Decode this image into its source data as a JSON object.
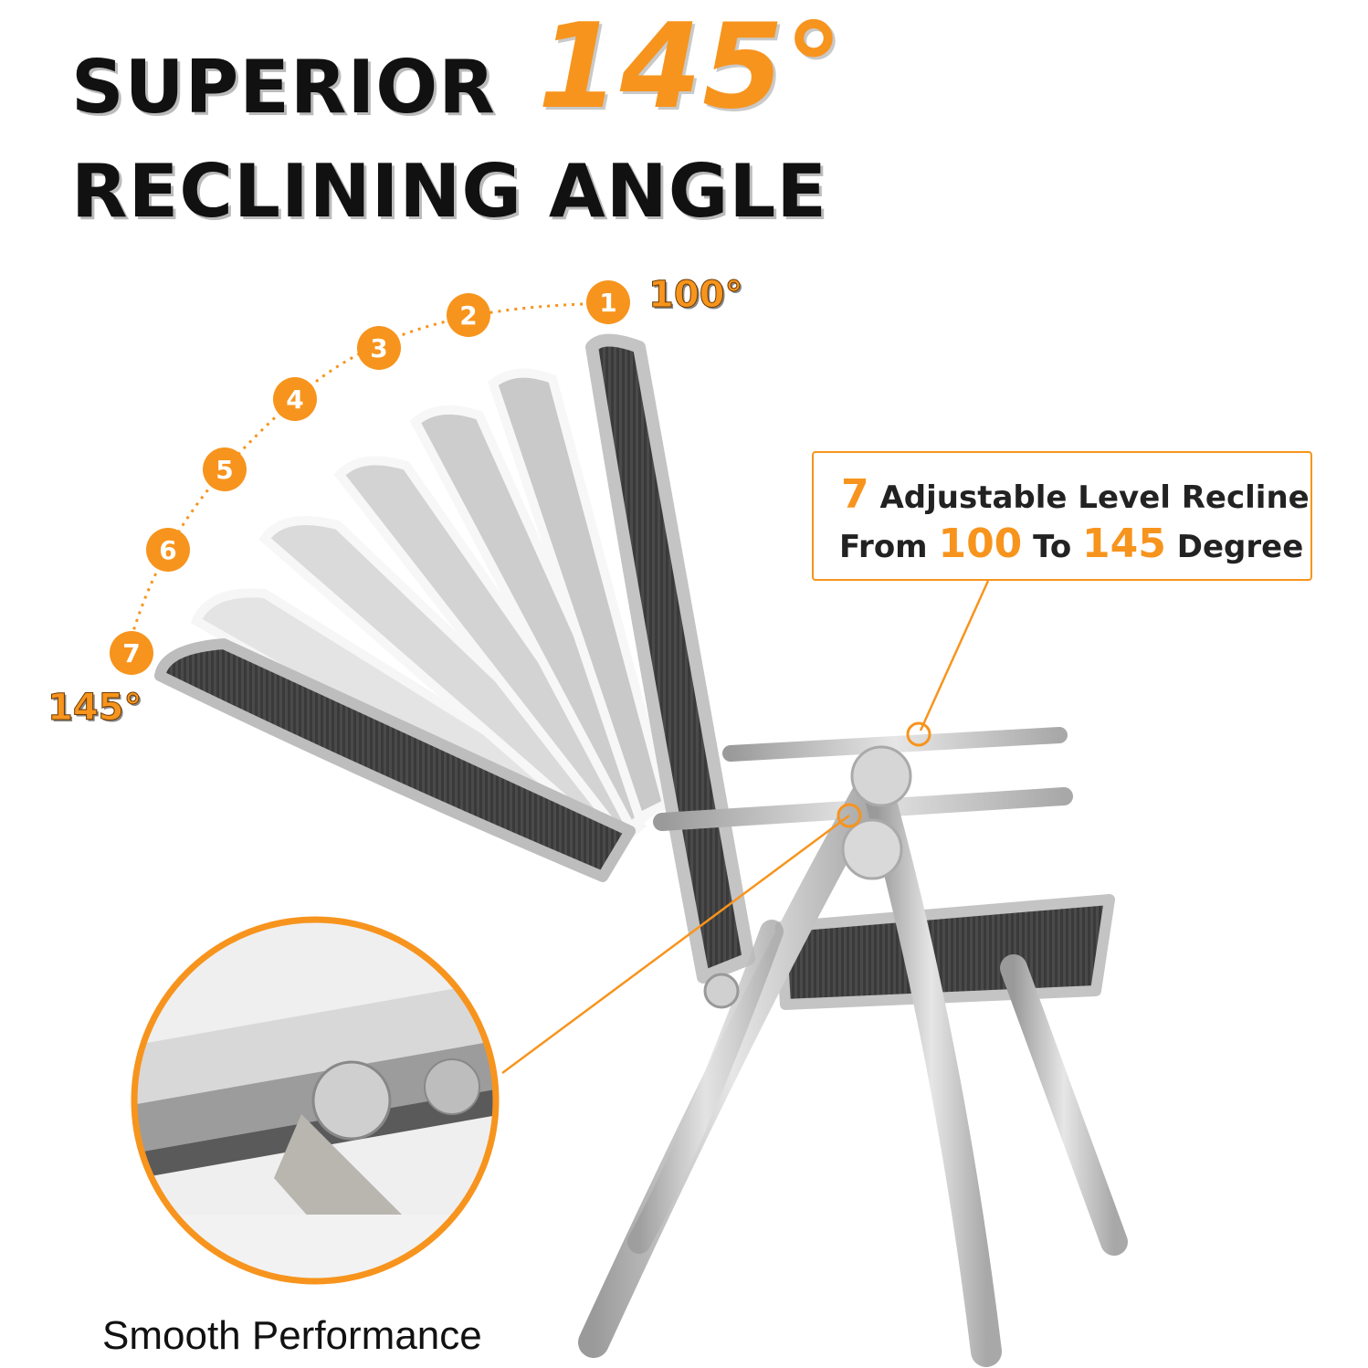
{
  "headline": {
    "line1_word": "SUPERIOR",
    "line1_highlight": "145°",
    "line2": "RECLINING ANGLE"
  },
  "angles": {
    "top": "100°",
    "bottom": "145°"
  },
  "steps": [
    "1",
    "2",
    "3",
    "4",
    "5",
    "6",
    "7"
  ],
  "callout": {
    "count": "7",
    "line1_text": "Adjustable Level Recline",
    "line2_from": "From",
    "line2_min": "100",
    "line2_to": "To",
    "line2_max": "145",
    "line2_unit": "Degree"
  },
  "caption": "Smooth Performance",
  "colors": {
    "accent": "#f7941d",
    "text": "#111111",
    "frame": "#c8c8c8",
    "mesh": "#3a3a3a"
  }
}
